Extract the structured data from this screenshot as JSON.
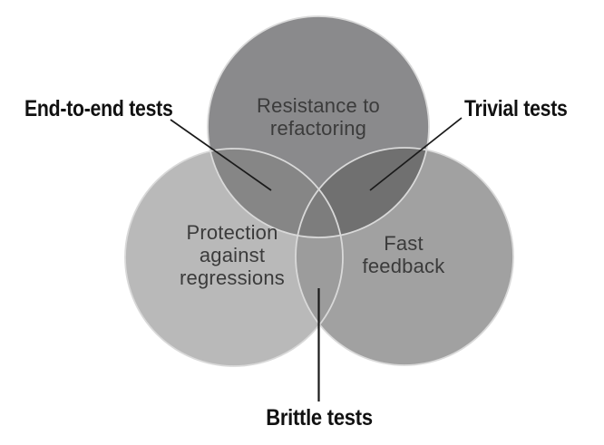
{
  "figure": {
    "background_color": "#ffffff",
    "circles": {
      "top": {
        "label": "Resistance to\nrefactoring",
        "fill": "#8a8a8c"
      },
      "left": {
        "label": "Protection\nagainst\nregressions",
        "fill": "#b9b9b9"
      },
      "right": {
        "label": "Fast\nfeedback",
        "fill": "#a1a1a1"
      }
    },
    "overlap_fills": {
      "top_left": "#868686",
      "top_right": "#707070",
      "left_right": "#9c9c9c",
      "center": "#7d7d7d"
    },
    "circle_outline_color": "#d9d9d9",
    "callout_line_color": "#1a1a1a",
    "circle_text_color": "#3b3b3b",
    "callout_text_color": "#111111",
    "callouts": {
      "end_to_end": {
        "label": "End-to-end tests"
      },
      "trivial": {
        "label": "Trivial tests"
      },
      "brittle": {
        "label": "Brittle tests"
      }
    }
  }
}
